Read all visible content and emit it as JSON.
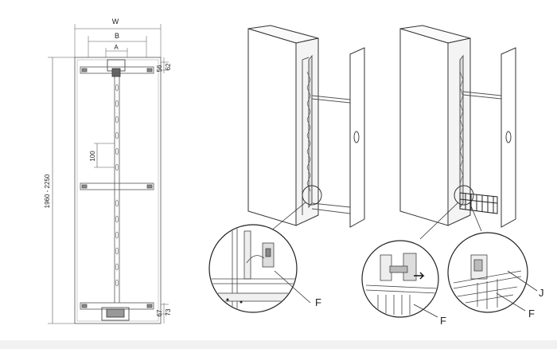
{
  "front_view": {
    "width_label": "W",
    "inner_width_label": "B",
    "center_label": "A",
    "height_label": "1960 - 2250",
    "spacing_label": "100",
    "top_dim_1": "56",
    "top_dim_2": "62",
    "bottom_dim_1": "67",
    "bottom_dim_2": "73"
  },
  "callouts": {
    "detail_1": "F",
    "detail_2": "F",
    "detail_3_f": "F",
    "detail_3_j": "J"
  }
}
